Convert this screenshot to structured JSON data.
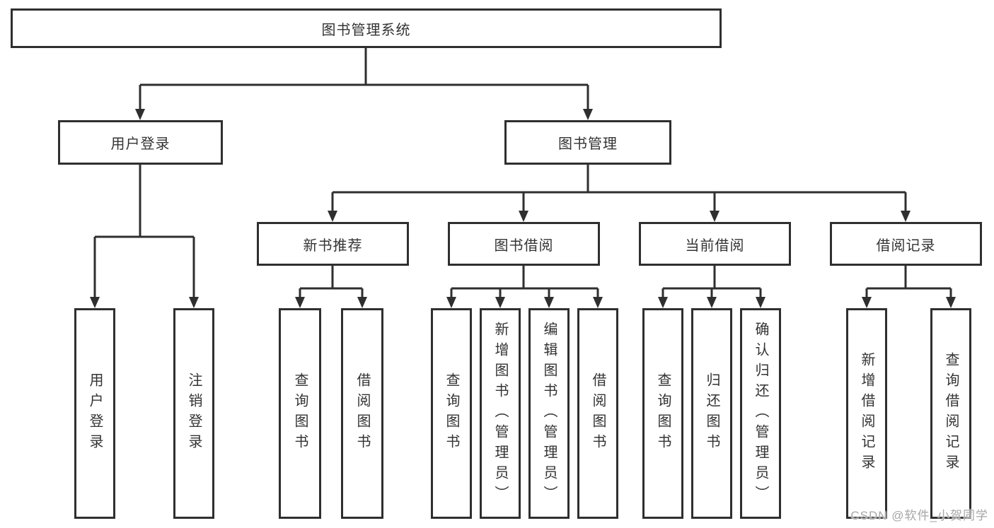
{
  "colors": {
    "background": "#ffffff",
    "line": "#2f2f2f",
    "box_border": "#2f2f2f",
    "text": "#333333",
    "watermark": "#a6a6a6"
  },
  "diagram": {
    "root": {
      "label": "图书管理系统"
    },
    "level2": [
      {
        "id": "user-login",
        "label": "用户登录"
      },
      {
        "id": "book-management",
        "label": "图书管理"
      }
    ],
    "level3": [
      {
        "id": "new-book-recommendation",
        "label": "新书推荐"
      },
      {
        "id": "book-borrowing",
        "label": "图书借阅"
      },
      {
        "id": "current-borrowing",
        "label": "当前借阅"
      },
      {
        "id": "borrowing-records",
        "label": "借阅记录"
      }
    ],
    "leaves": {
      "user_login": [
        {
          "label": "用户登录"
        },
        {
          "label": "注销登录"
        }
      ],
      "new_book_recommendation": [
        {
          "label": "查询图书"
        },
        {
          "label": "借阅图书"
        }
      ],
      "book_borrowing": [
        {
          "label": "查询图书"
        },
        {
          "label": "新增图书（管理员）"
        },
        {
          "label": "编辑图书（管理员）"
        },
        {
          "label": "借阅图书"
        }
      ],
      "current_borrowing": [
        {
          "label": "查询图书"
        },
        {
          "label": "归还图书"
        },
        {
          "label": "确认归还（管理员）"
        }
      ],
      "borrowing_records": [
        {
          "label": "新增借阅记录"
        },
        {
          "label": "查询借阅记录"
        }
      ]
    }
  },
  "watermark": {
    "text": "CSDN @软件_小贺同学"
  }
}
